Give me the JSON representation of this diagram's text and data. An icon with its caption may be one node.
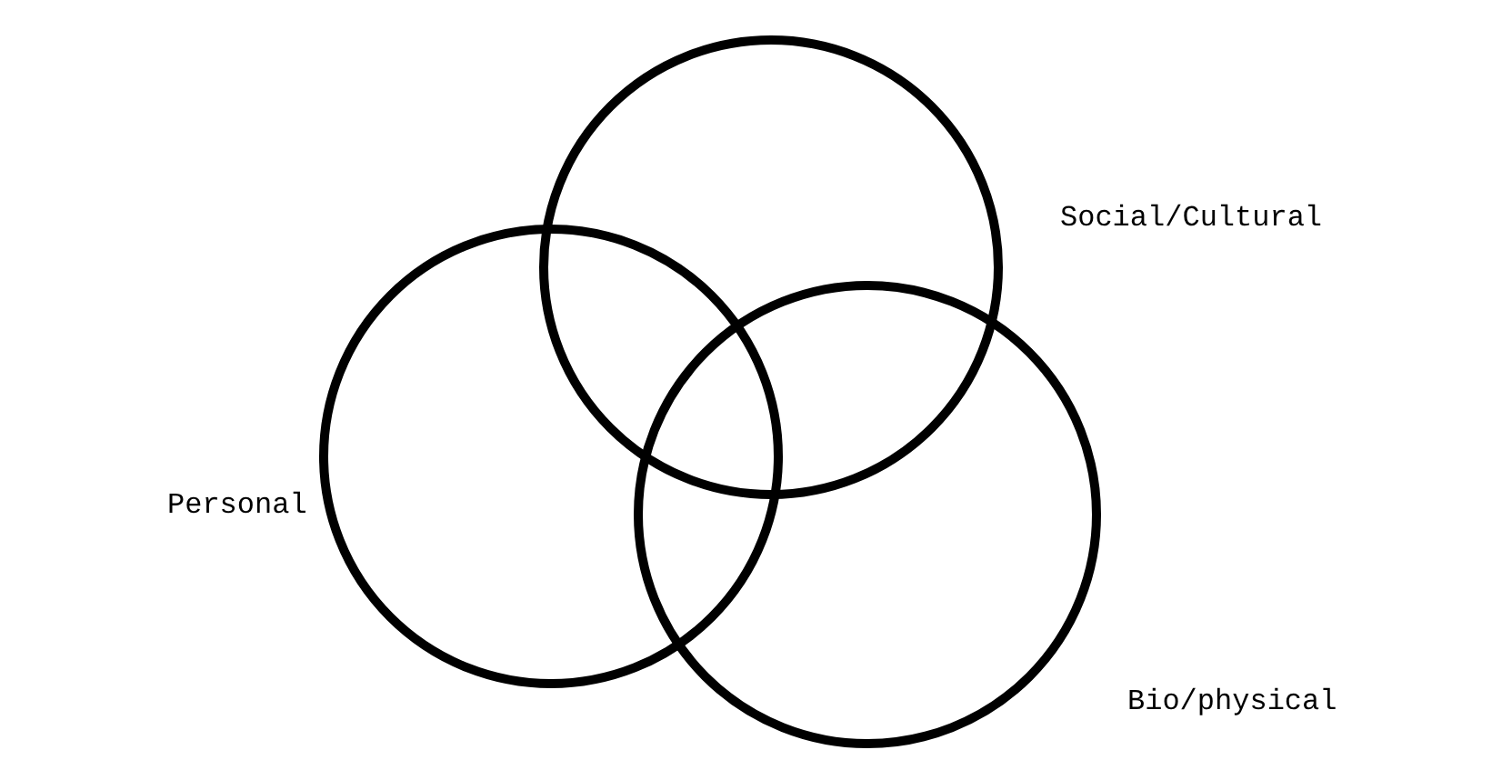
{
  "diagram": {
    "nodes": [
      {
        "text": [
          "Social/Cultural"
        ]
      },
      {
        "text": [
          "Personal"
        ]
      },
      {
        "text": [
          "Bio/physical"
        ]
      }
    ]
  }
}
